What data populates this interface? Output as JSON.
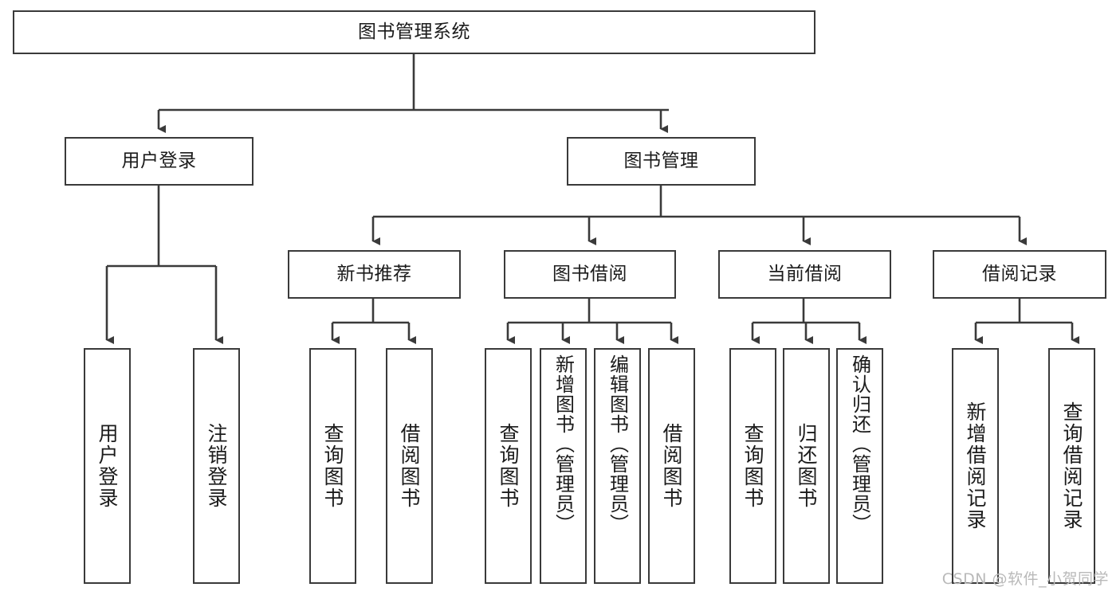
{
  "diagram": {
    "title": "图书管理系统",
    "type": "tree",
    "root": {
      "label": "图书管理系统"
    },
    "level1": [
      {
        "label": "用户登录"
      },
      {
        "label": "图书管理"
      }
    ],
    "level2": [
      {
        "label": "新书推荐"
      },
      {
        "label": "图书借阅"
      },
      {
        "label": "当前借阅"
      },
      {
        "label": "借阅记录"
      }
    ],
    "leaves": {
      "user_login": [
        {
          "label": "用户登录"
        },
        {
          "label": "注销登录"
        }
      ],
      "new_book_recommend": [
        {
          "label": "查询图书"
        },
        {
          "label": "借阅图书"
        }
      ],
      "book_borrow": [
        {
          "label": "查询图书"
        },
        {
          "label": "新增图书（管理员）"
        },
        {
          "label": "编辑图书（管理员）"
        },
        {
          "label": "借阅图书"
        }
      ],
      "current_borrow": [
        {
          "label": "查询图书"
        },
        {
          "label": "归还图书"
        },
        {
          "label": "确认归还（管理员）"
        }
      ],
      "borrow_record": [
        {
          "label": "新增借阅记录"
        },
        {
          "label": "查询借阅记录"
        }
      ]
    }
  },
  "watermark": {
    "text": "CSDN @软件_小贺同学"
  },
  "colors": {
    "stroke": "#3a3a3a",
    "background": "#ffffff",
    "text": "#1b1b1b",
    "watermark": "#b9b9b9"
  }
}
